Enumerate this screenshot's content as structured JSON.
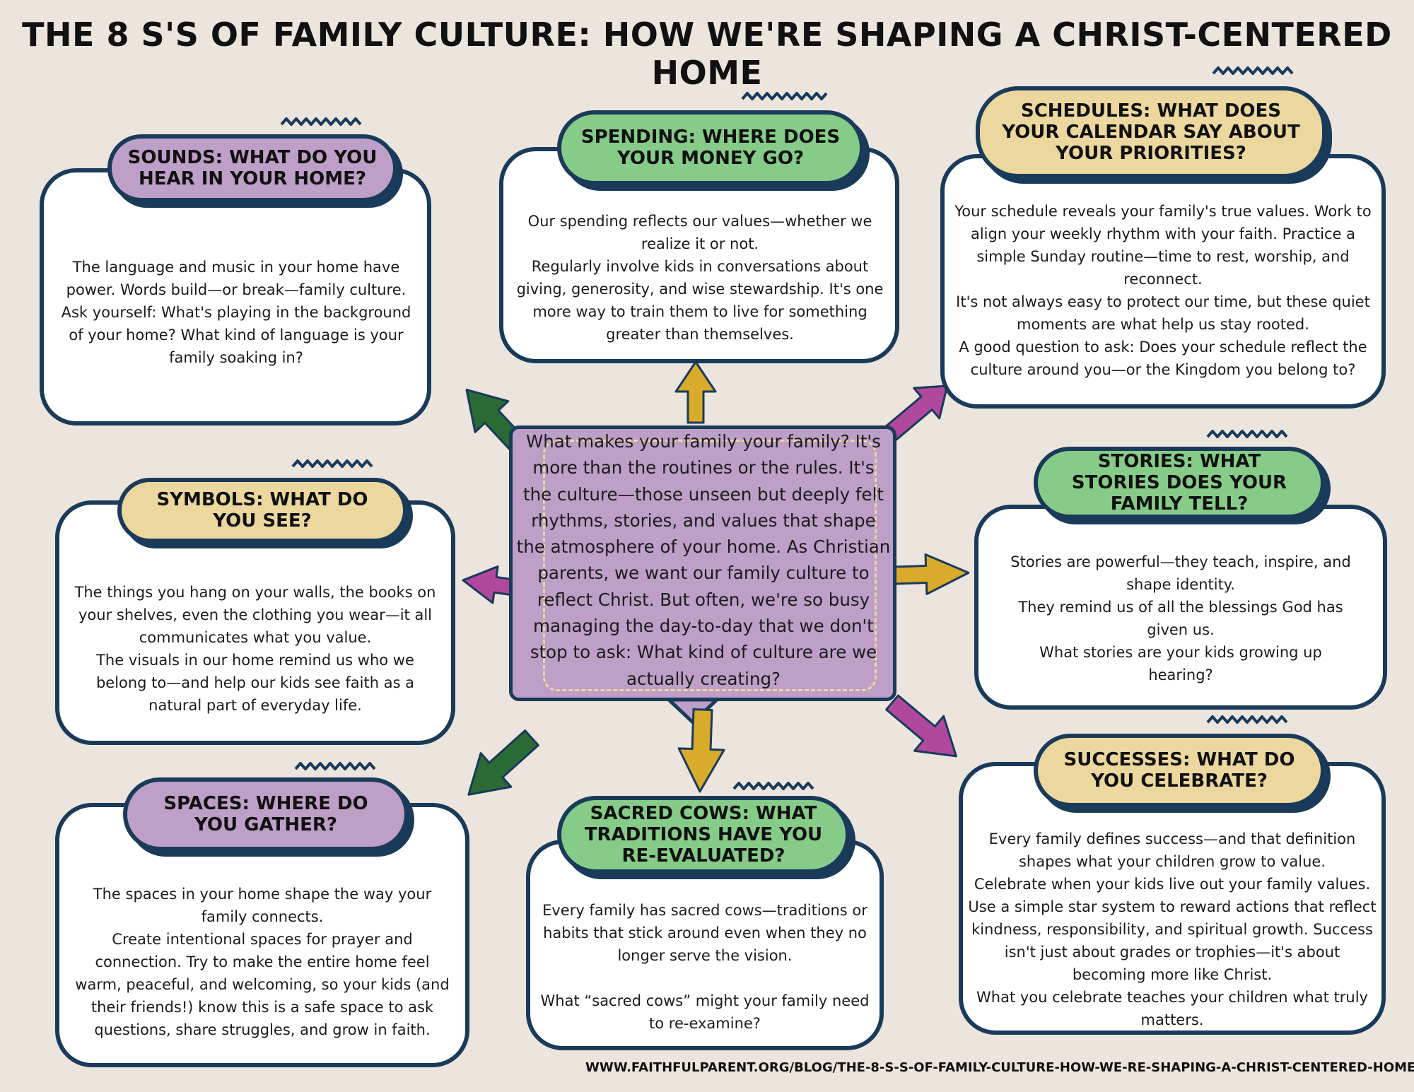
{
  "title": "The 8 S's of Family Culture: How We're Shaping a Christ-Centered Home",
  "center_text": "What makes your family your family? It's more than the routines or the rules. It's the culture—those unseen but deeply felt rhythms, stories, and values that shape the atmosphere of your home. As Christian parents, we want our family culture to reflect Christ. But often, we're so busy managing the day-to-day that we don't stop to ask: What kind of culture are we actually creating?",
  "cards": {
    "sounds": {
      "heading": "Sounds: What do you hear in your home?",
      "body": "The language and music in your home have power. Words build—or break—family culture.\nAsk yourself: What's playing in the background of your home? What kind of language is your family soaking in?"
    },
    "spending": {
      "heading": "Spending: Where does your money go?",
      "body": "Our spending reflects our values—whether we realize it or not.\nRegularly involve kids in conversations about giving, generosity, and wise stewardship. It's one more way to train them to live for something greater than themselves."
    },
    "schedules": {
      "heading": "Schedules: What does your calendar say about your priorities?",
      "body": "Your schedule reveals your family's true values. Work to align your weekly rhythm with your faith. Practice a simple Sunday routine—time to rest, worship, and reconnect.\nIt's not always easy to protect our time, but these quiet moments are what help us stay rooted.\nA good question to ask: Does your schedule reflect the culture around you—or the Kingdom you belong to?"
    },
    "symbols": {
      "heading": "Symbols: What do you see?",
      "body": "The things you hang on your walls, the books on your shelves, even the clothing you wear—it all communicates what you value.\nThe visuals in our home remind us who we belong to—and help our kids see faith as a natural part of everyday life."
    },
    "stories": {
      "heading": "Stories: What stories does your family tell?",
      "body": "Stories are powerful—they teach, inspire, and shape identity.\nThey remind us of all the blessings God has given us.\nWhat stories are your kids growing up hearing?"
    },
    "spaces": {
      "heading": "Spaces: Where do you gather?",
      "body": "The spaces in your home shape the way your family connects.\nCreate intentional spaces for prayer and connection.  Try to make the entire home feel warm, peaceful, and welcoming, so your kids (and their friends!) know this is a safe space to ask questions, share struggles, and grow in faith."
    },
    "sacred_cows": {
      "heading": "Sacred Cows: What traditions have you re-evaluated?",
      "body": "Every family has sacred cows—traditions or habits that stick around even when they no longer serve the vision.\n\nWhat “sacred cows” might your family need to re-examine?"
    },
    "successes": {
      "heading": "Successes: What do you celebrate?",
      "body": "Every family defines success—and that definition shapes what your children grow to value.\nCelebrate when your kids live out your family values. Use a simple star system to reward actions that reflect kindness, responsibility, and spiritual growth. Success isn't just about grades or trophies—it's about becoming more like Christ.\nWhat you celebrate teaches your children what truly matters."
    }
  },
  "url": "www.faithfulparent.org/blog/the-8-s-s-of-family-culture-how-we-re-shaping-a-christ-centered-home",
  "colors": {
    "background": "#ece5dd",
    "navy": "#1a3a5a",
    "purple": "#bd9fc7",
    "green": "#86cc88",
    "yellow": "#ecd89e",
    "arrow_green": "#2a6a35",
    "arrow_gold": "#d9ab2a",
    "arrow_magenta": "#b0489e"
  }
}
